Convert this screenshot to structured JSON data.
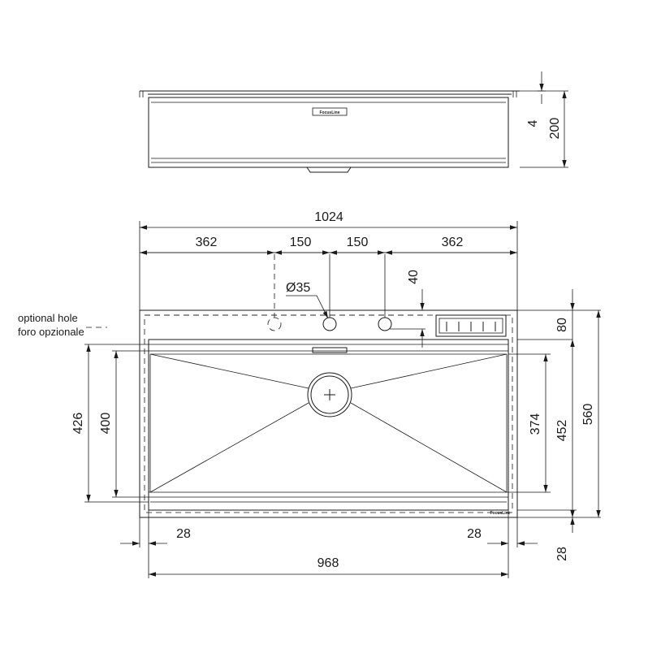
{
  "side_view": {
    "brand_label": "FocusLine",
    "dims": {
      "rim": "4",
      "depth": "200"
    }
  },
  "top_view": {
    "dims": {
      "total_width": "1024",
      "left_offset": "362",
      "hole_spacing_1": "150",
      "hole_spacing_2": "150",
      "right_offset": "362",
      "hole_diameter": "Ø35",
      "hole_offset": "40",
      "deck_depth": "80",
      "total_depth": "560",
      "bowl_depth_outer": "452",
      "bowl_depth_inner": "374",
      "left_height_outer": "426",
      "left_height_inner": "400",
      "left_margin": "28",
      "right_margin": "28",
      "bottom_margin": "28",
      "bowl_width": "968"
    },
    "optional_hole_note": [
      "optional hole",
      "foro opzionale"
    ],
    "brand_label": "FocusLine"
  }
}
